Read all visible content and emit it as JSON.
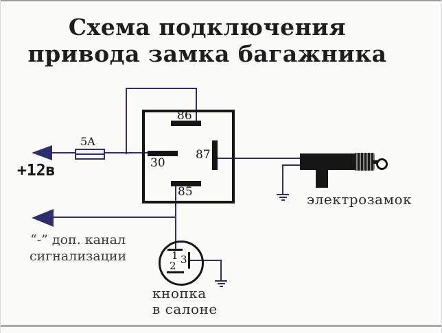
{
  "title": {
    "line1": "Схема подключения",
    "line2": "привода замка багажника"
  },
  "power": {
    "label": "+12в"
  },
  "fuse": {
    "label": "5A"
  },
  "relay": {
    "pin86": "86",
    "pin30": "30",
    "pin87": "87",
    "pin85": "85"
  },
  "alarm_channel": {
    "line1": "“-” доп. канал",
    "line2": "сигнализации"
  },
  "actuator": {
    "label": "электрозамок"
  },
  "button": {
    "terminal1": "1",
    "terminal2": "2",
    "terminal3": "3",
    "caption_line1": "кнопка",
    "caption_line2": "в салоне"
  },
  "colors": {
    "wire": "#2e2e6e",
    "component": "#161616",
    "background": "#fbfbf8",
    "text": "#1e1e1e"
  }
}
